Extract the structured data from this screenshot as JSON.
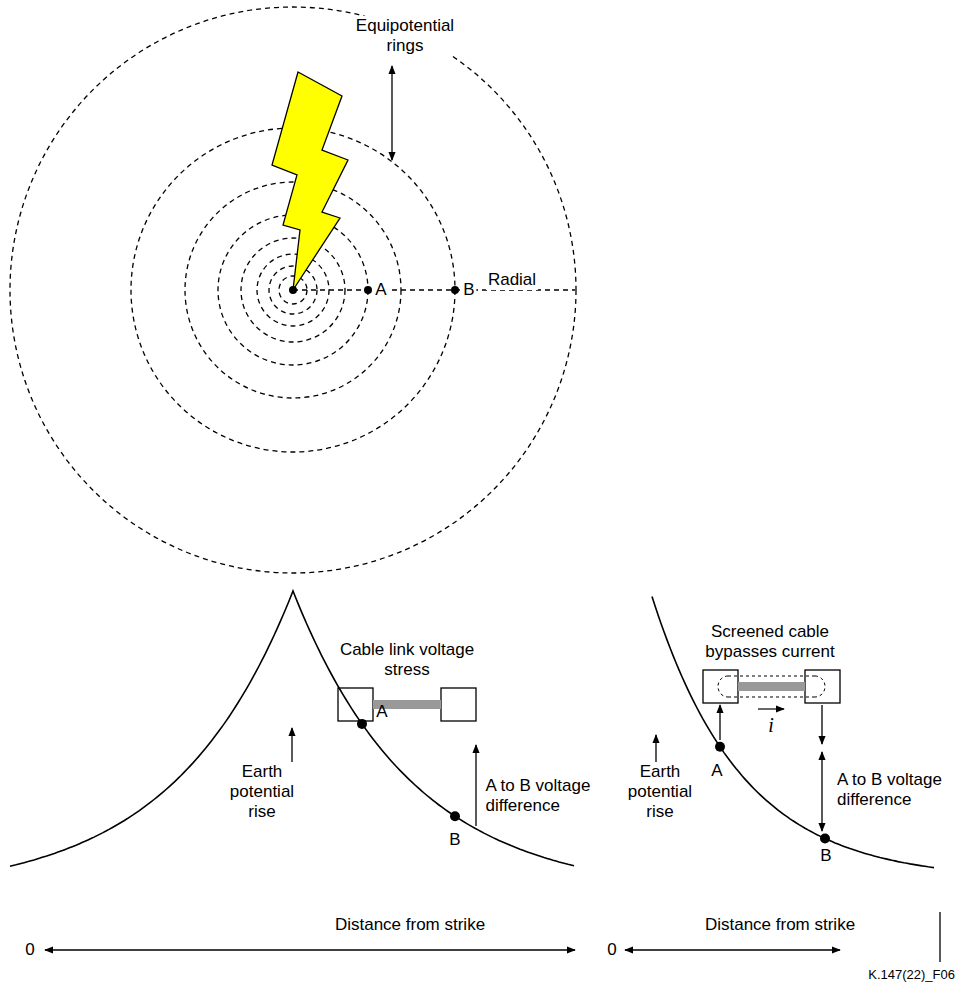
{
  "diagram": {
    "labels": [
      "Equipotential rings",
      "Radial",
      "A",
      "B",
      "Cable link voltage stress",
      "Earth potential rise",
      "A",
      "A to B voltage difference",
      "B",
      "0",
      "Distance from strike",
      "Screened cable bypasses current",
      "i",
      "Earth potential rise",
      "A",
      "A to B voltage difference",
      "B",
      "0",
      "Distance from strike",
      "K.147(22)_F06"
    ]
  }
}
